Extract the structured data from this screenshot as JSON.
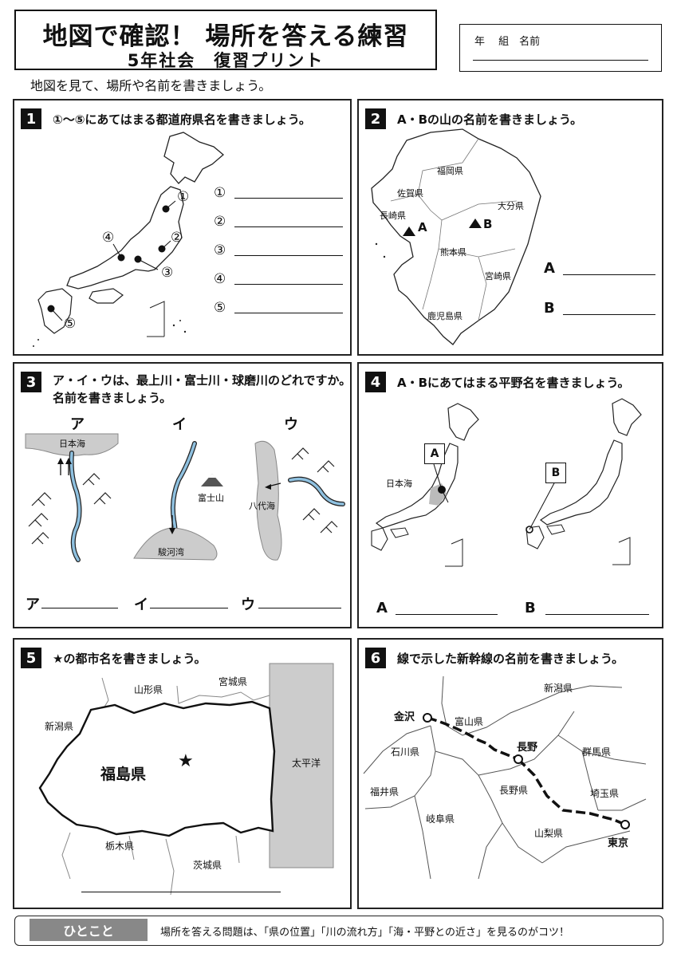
{
  "header": {
    "title": "地図で確認！ 場所を答える練習",
    "subtitle": "5年社会　復習プリント",
    "name_fields": "年　 組　名前",
    "instruction": "地図を見て、場所や名前を書きましょう。"
  },
  "q1": {
    "number": "1",
    "question": "①～⑤にあてはまる都道府県名を書きましょう。",
    "map_markers": [
      "①",
      "②",
      "③",
      "④",
      "⑤"
    ],
    "answers": [
      "①",
      "②",
      "③",
      "④",
      "⑤"
    ]
  },
  "q2": {
    "number": "2",
    "question": "A・Bの山の名前を書きましょう。",
    "prefectures": [
      "福岡県",
      "佐賀県",
      "長崎県",
      "大分県",
      "熊本県",
      "宮崎県",
      "鹿児島県"
    ],
    "marker_a": "A",
    "marker_b": "B",
    "answer_a": "A",
    "answer_b": "B"
  },
  "q3": {
    "number": "3",
    "question_line1": "ア・イ・ウは、最上川・富士川・球磨川のどれですか。",
    "question_line2": "名前を書きましょう。",
    "maps": [
      "ア",
      "イ",
      "ウ"
    ],
    "labels": {
      "sea_a": "日本海",
      "mountain": "富士山",
      "bay": "駿河湾",
      "sea_u": "八代海"
    },
    "answers": [
      "ア",
      "イ",
      "ウ"
    ]
  },
  "q4": {
    "number": "4",
    "question": "A・Bにあてはまる平野名を書きましょう。",
    "marker_a": "A",
    "marker_b": "B",
    "sea": "日本海",
    "answer_a": "A",
    "answer_b": "B"
  },
  "q5": {
    "number": "5",
    "question": "★の都市名を書きましょう。",
    "labels": {
      "yamagata": "山形県",
      "miyagi": "宮城県",
      "niigata": "新潟県",
      "fukushima": "福島県",
      "pacific": "太平洋",
      "tochigi": "栃木県",
      "ibaraki": "茨城県"
    },
    "star": "★"
  },
  "q6": {
    "number": "6",
    "question": "線で示した新幹線の名前を書きましょう。",
    "prefectures": [
      "新潟県",
      "富山県",
      "石川県",
      "群馬県",
      "福井県",
      "長野県",
      "埼玉県",
      "岐阜県",
      "山梨県"
    ],
    "cities": [
      "金沢",
      "長野",
      "東京"
    ]
  },
  "footer": {
    "tag": "ひとこと",
    "text": "場所を答える問題は、「県の位置」「川の流れ方」「海・平野との近さ」を見るのがコツ！"
  }
}
